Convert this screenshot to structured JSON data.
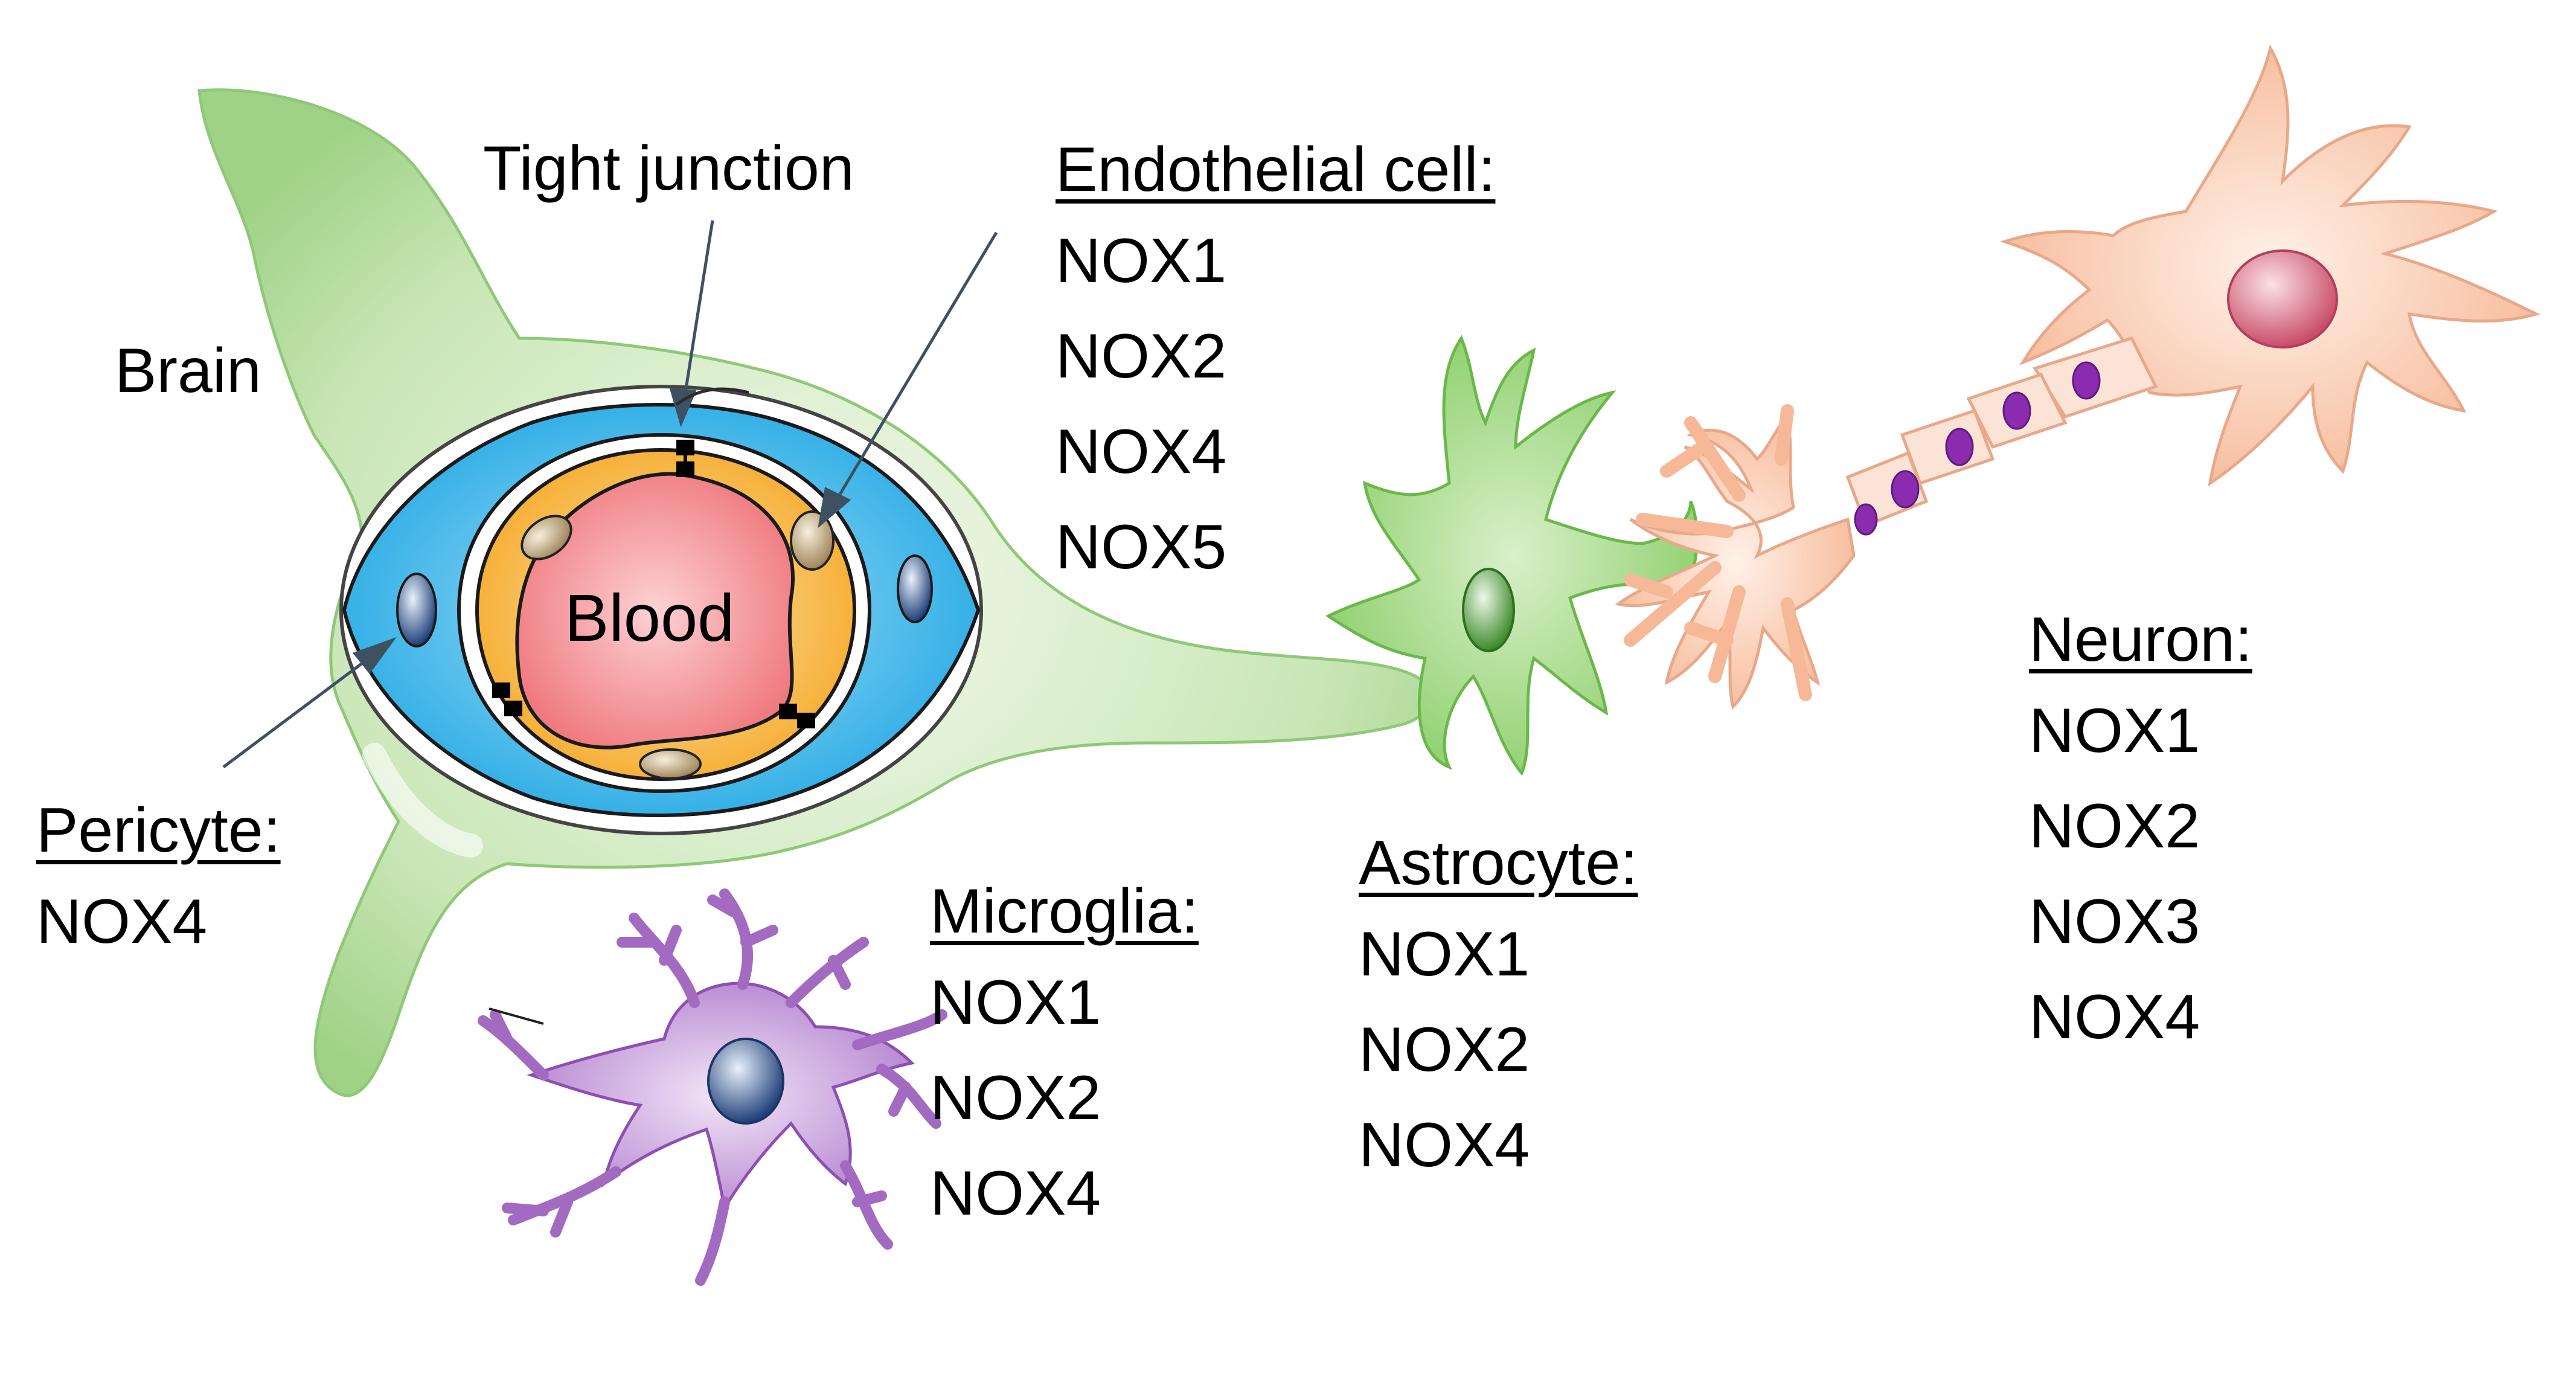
{
  "labels": {
    "brain": "Brain",
    "tight_junction": "Tight junction",
    "blood": "Blood"
  },
  "endothelial": {
    "title": "Endothelial cell:",
    "items": [
      "NOX1",
      "NOX2",
      "NOX4",
      "NOX5"
    ]
  },
  "pericyte": {
    "title": "Pericyte:",
    "items": [
      "NOX4"
    ]
  },
  "microglia": {
    "title": "Microglia:",
    "items": [
      "NOX1",
      "NOX2",
      "NOX4"
    ]
  },
  "astrocyte": {
    "title": "Astrocyte:",
    "items": [
      "NOX1",
      "NOX2",
      "NOX4"
    ]
  },
  "neuron": {
    "title": "Neuron:",
    "items": [
      "NOX1",
      "NOX2",
      "NOX3",
      "NOX4"
    ]
  },
  "colors": {
    "astro_green": "#a9d892",
    "endfoot_light": "#e6f3dd",
    "pericyte_blue": "#2fb2e8",
    "endothelial_orange": "#f6b43a",
    "blood_pink": "#f08a8e",
    "microglia_purple": "#a36ac1",
    "neuron_peach": "#f8c7ac"
  }
}
